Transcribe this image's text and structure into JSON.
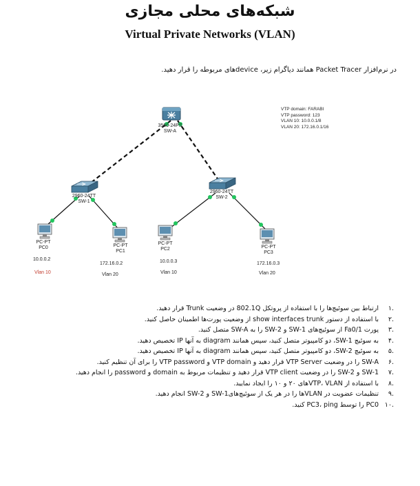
{
  "header": {
    "title_fa": "شبکه‌های محلی مجازی",
    "title_en": "Virtual Private Networks (VLAN)"
  },
  "intro": "در نرم‌افزار Packet Tracer همانند دیاگرام زیر، deviceهای مربوطه را قرار دهید.",
  "diagram": {
    "switch_a": {
      "model": "3560-24PS",
      "name": "SW-A"
    },
    "switch_1": {
      "model": "2960-24TT",
      "name": "SW-1"
    },
    "switch_2": {
      "model": "2960-24TT",
      "name": "SW-2"
    },
    "pcs": [
      {
        "type": "PC-PT",
        "name": "PC0",
        "ip": "10.0.0.2",
        "vlan": "Vlan 10",
        "vlan_color": "#c0392b"
      },
      {
        "type": "PC-PT",
        "name": "PC1",
        "ip": "172.16.0.2",
        "vlan": "Vlan 20",
        "vlan_color": "#222222"
      },
      {
        "type": "PC-PT",
        "name": "PC2",
        "ip": "10.0.0.3",
        "vlan": "Vlan 10",
        "vlan_color": "#222222"
      },
      {
        "type": "PC-PT",
        "name": "PC3",
        "ip": "172.16.0.3",
        "vlan": "Vlan 20",
        "vlan_color": "#222222"
      }
    ],
    "note": {
      "vtp_domain": "VTP domain: FARABI",
      "vtp_password": "VTP password: 123",
      "vlan10": "VLAN 10: 10.0.0.1/8",
      "vlan20": "VLAN 20: 172.16.0.1/16"
    },
    "colors": {
      "link": "#111111",
      "port": "#22c55e",
      "switch_body": "#4a7fa0",
      "pc_screen": "#5d8fb0"
    }
  },
  "steps": [
    {
      "num": ".۱",
      "text": "ارتباط بین سوئیچ‌ها را با استفاده از پروتکل 802.1Q در وضعیت Trunk قرار دهید."
    },
    {
      "num": ".۲",
      "text": "با استفاده از دستور show interfaces trunk از وضعیت پورت‌ها اطمینان حاصل کنید."
    },
    {
      "num": ".۳",
      "text": "پورت Fa0/1 از سوئیچ‌های SW-1 و SW-2 را به SW-A متصل کنید."
    },
    {
      "num": ".۴",
      "text": "به سوئیچ SW-1، دو کامپیوتر متصل کنید، سپس همانند diagram به آنها IP تخصیص دهید."
    },
    {
      "num": ".۵",
      "text": "به سوئیچ SW-2، دو کامپیوتر متصل کنید، سپس همانند diagram به آنها IP تخصیص دهید."
    },
    {
      "num": ".۶",
      "text": "SW-A را در وضعیت VTP Server قرار دهید و VTP domain و VTP password را برای آن تنظیم کنید."
    },
    {
      "num": ".۷",
      "text": "SW-1 و SW-2 را در وضعیت VTP client قرار دهید و تنظیمات مربوط به domain و password را انجام دهید."
    },
    {
      "num": ".۸",
      "text": "با استفاده از VTP، VLANهای ۲۰ و ۱۰ را ایجاد نمایید."
    },
    {
      "num": ".۹",
      "text": "تنظیمات عضویت در VLANها را در هر یک از سوئیچ‌هایSW-1 و SW-2 انجام دهید."
    },
    {
      "num": ".۱۰",
      "text": "PC0 را توسط PC3، ping کنید."
    }
  ]
}
